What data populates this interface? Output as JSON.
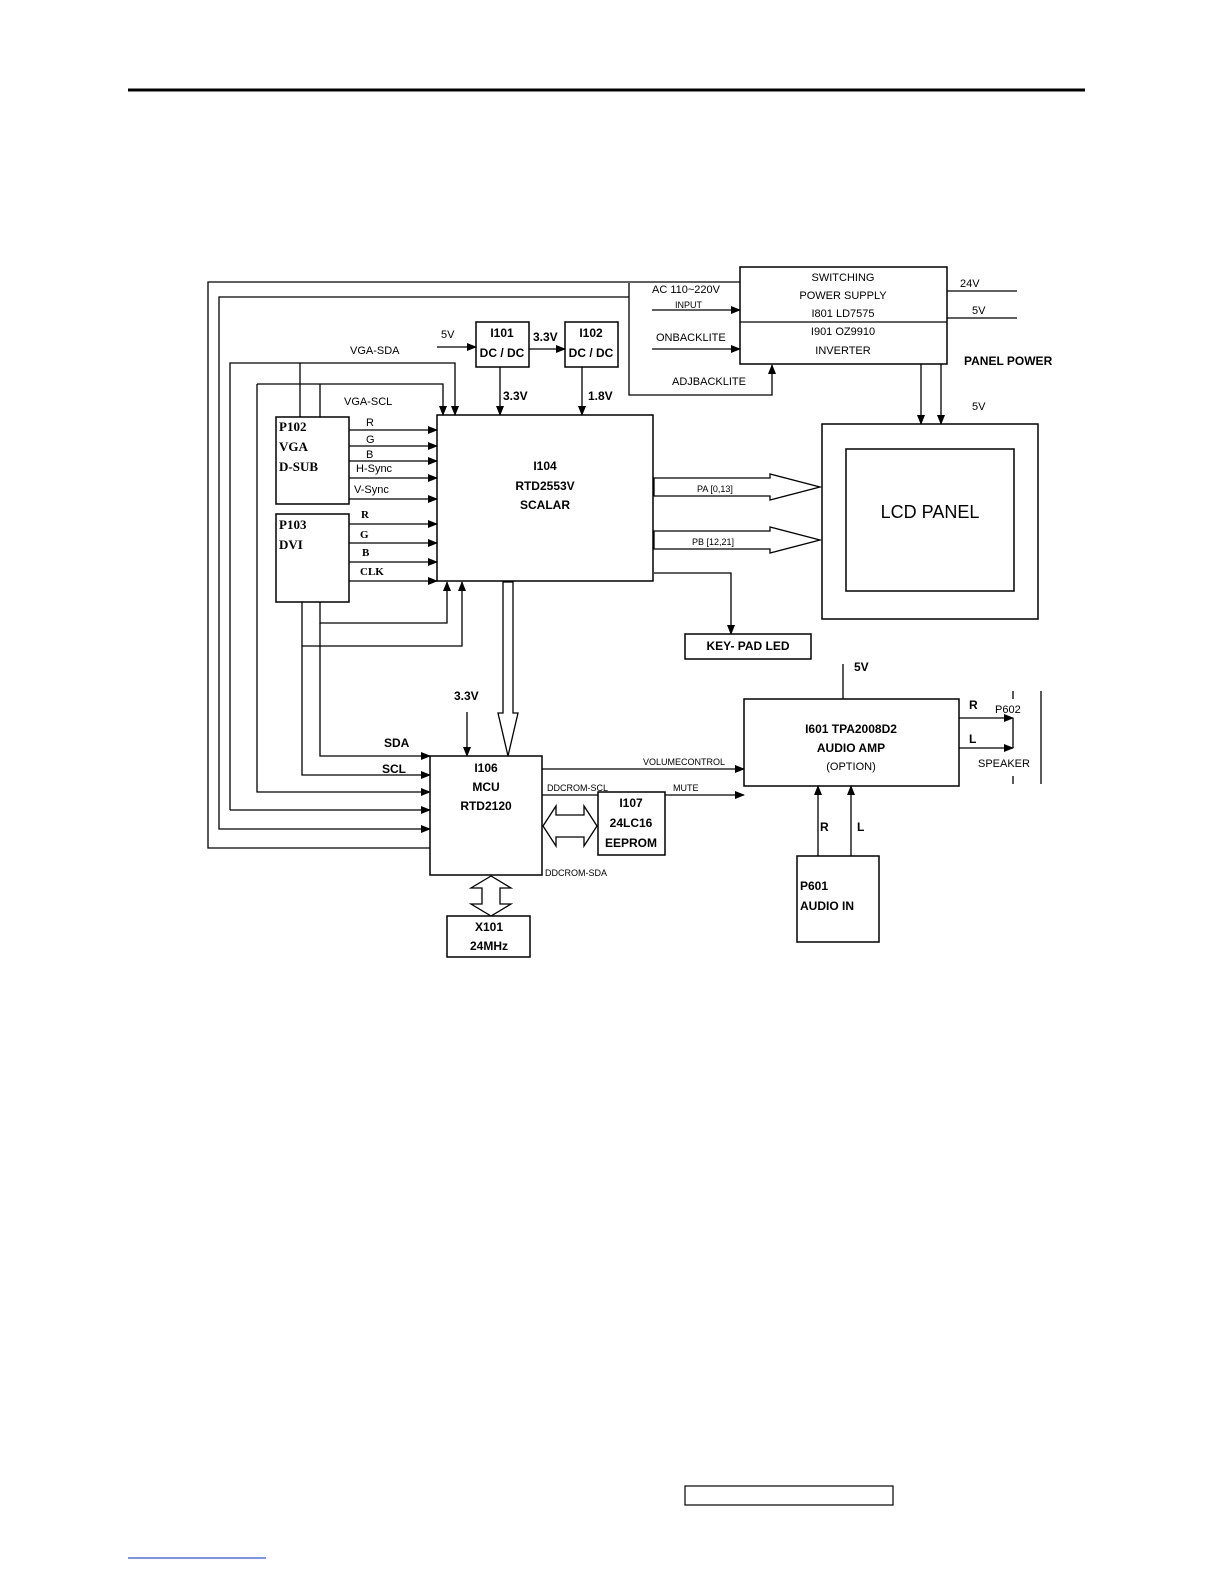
{
  "blocks": {
    "smps": {
      "line1": "SWITCHING",
      "line2": "POWER SUPPLY",
      "line3": "I801 LD7575"
    },
    "inverter": {
      "line1": "I901 OZ9910",
      "line2": "INVERTER"
    },
    "dcdc1": {
      "line1": "I101",
      "line2": "DC / DC"
    },
    "dcdc2": {
      "line1": "I102",
      "line2": "DC / DC"
    },
    "scalar": {
      "line1": "I104",
      "line2": "RTD2553V",
      "line3": "SCALAR"
    },
    "vga": {
      "line1": "P102",
      "line2": "VGA",
      "line3": "D-SUB"
    },
    "dvi": {
      "line1": "P103",
      "line2": "DVI"
    },
    "lcd": {
      "label": "LCD PANEL"
    },
    "keypad": {
      "label": "KEY- PAD LED"
    },
    "mcu": {
      "line1": "I106",
      "line2": "MCU",
      "line3": "RTD2120"
    },
    "eeprom": {
      "line1": "I107",
      "line2": "24LC16",
      "line3": "EEPROM"
    },
    "xtal": {
      "line1": "X101",
      "line2": "24MHz"
    },
    "amp": {
      "line1": "I601  TPA2008D2",
      "line2": "AUDIO AMP",
      "line3": "(OPTION)"
    },
    "audio_in": {
      "line1": "P601",
      "line2": "AUDIO IN"
    }
  },
  "signals": {
    "ac_input": "AC 110~220V",
    "input": "INPUT",
    "out_24v": "24V",
    "out_5v": "5V",
    "onbacklite": "ONBACKLITE",
    "adjbacklite": "ADJBACKLITE",
    "panel_power": "PANEL POWER",
    "panel_5v": "5V",
    "dc_in_5v": "5V",
    "dc_out_33v": "3.3V",
    "scalar_33v": "3.3V",
    "scalar_18v": "1.8V",
    "vga_sda": "VGA-SDA",
    "vga_scl": "VGA-SCL",
    "vga_r": "R",
    "vga_g": "G",
    "vga_b": "B",
    "vga_hsync": "H-Sync",
    "vga_vsync": "V-Sync",
    "dvi_r": "R",
    "dvi_g": "G",
    "dvi_b": "B",
    "dvi_clk": "CLK",
    "pa": "PA [0,13]",
    "pb": "PB [12,21]",
    "mcu_33v": "3.3V",
    "sda": "SDA",
    "scl": "SCL",
    "volume_control": "VOLUMECONTROL",
    "mute": "MUTE",
    "ddcrom_scl": "DDCROM-SCL",
    "ddcrom_sda": "DDCROM-SDA",
    "amp_5v": "5V",
    "spk_r": "R",
    "spk_l": "L",
    "p602": "P602",
    "speaker": "SPEAKER",
    "in_r": "R",
    "in_l": "L"
  },
  "footer": {
    "box_text": ""
  }
}
